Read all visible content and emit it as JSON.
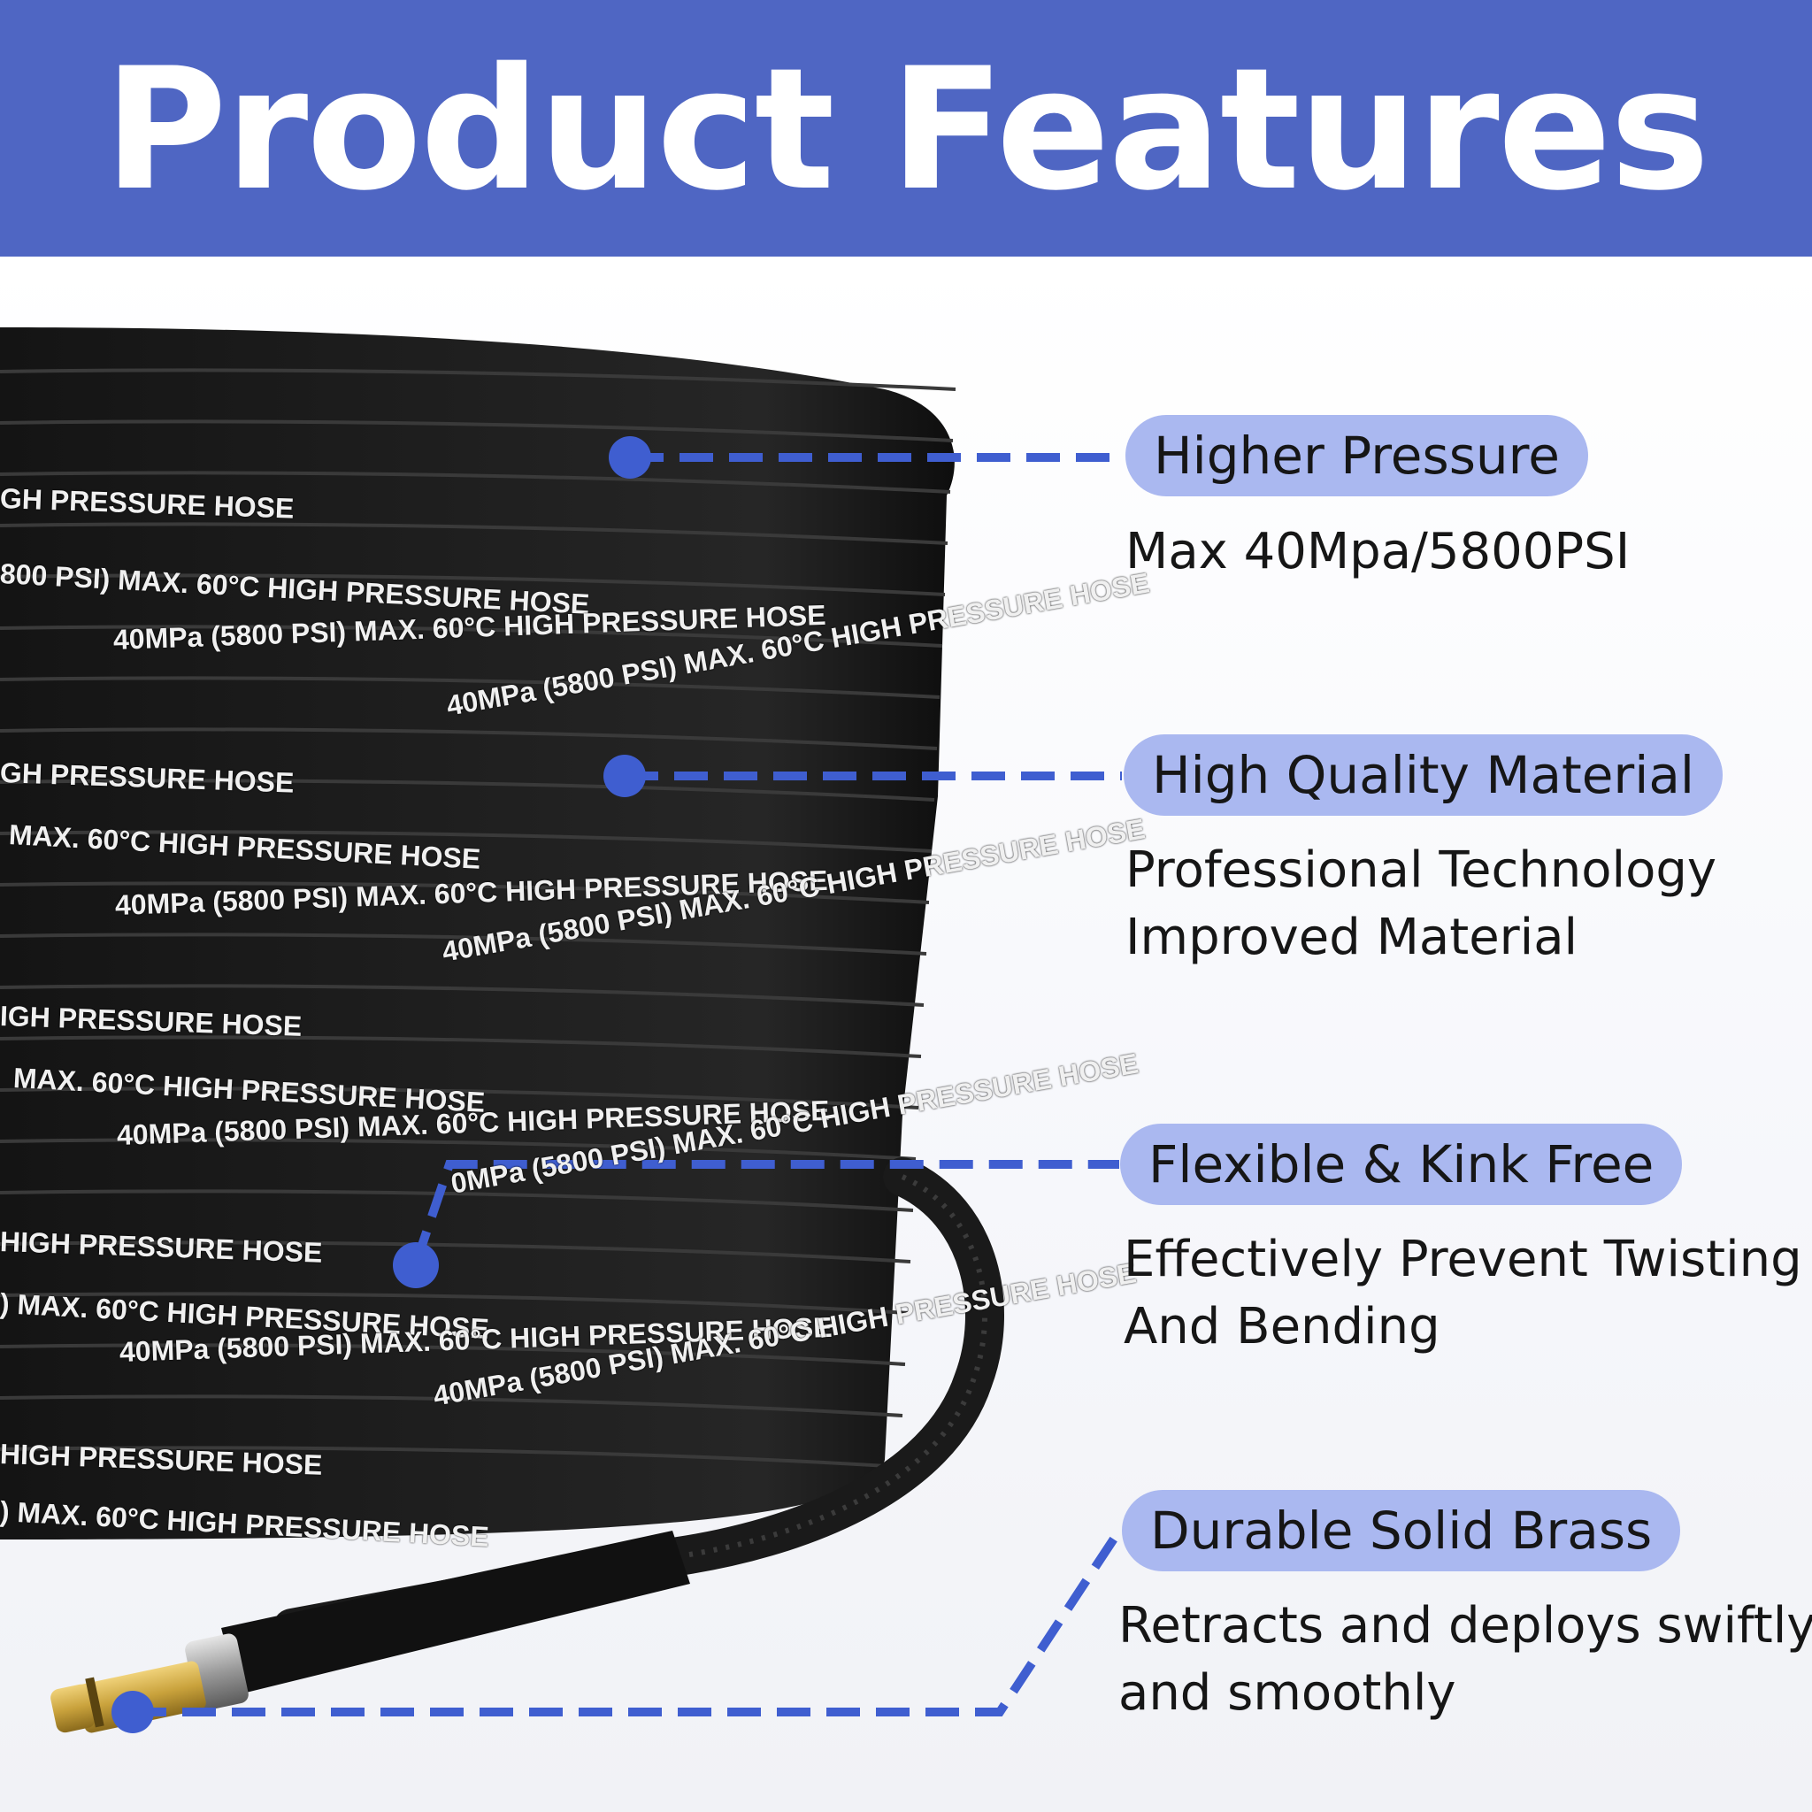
{
  "header": {
    "title": "Product Features"
  },
  "hose_print": [
    "GH PRESSURE HOSE",
    "800 PSI) MAX. 60°C HIGH PRESSURE HOSE",
    "40MPa (5800 PSI)  MAX. 60°C  HIGH PRESSURE HOSE",
    "40MPa (5800 PSI)  MAX. 60°C  HIGH PRESSURE HOSE",
    "GH PRESSURE HOSE",
    "MAX. 60°C  HIGH PRESSURE HOSE",
    "40MPa (5800 PSI)  MAX. 60°C  HIGH PRESSURE HOSE",
    "40MPa (5800 PSI)  MAX. 60°C  HIGH PRESSURE HOSE",
    "IGH PRESSURE HOSE",
    "MAX. 60°C  HIGH PRESSURE HOSE",
    "40MPa (5800 PSI)  MAX. 60°C  HIGH PRESSURE HOSE",
    "0MPa (5800 PSI)  MAX. 60°C  HIGH PRESSURE HOSE",
    "HIGH PRESSURE HOSE",
    ") MAX. 60°C  HIGH PRESSURE HOSE",
    "40MPa (5800 PSI)  MAX. 60°C  HIGH PRESSURE HOSE",
    "40MPa (5800 PSI)  MAX. 60°C  HIGH PRESSURE HOSE",
    "HIGH PRESSURE HOSE",
    ") MAX. 60°C  HIGH PRESSURE HOSE"
  ],
  "features": [
    {
      "title": "Higher Pressure",
      "lines": [
        "Max 40Mpa/5800PSI"
      ]
    },
    {
      "title": "High Quality Material",
      "lines": [
        "Professional Technology",
        "Improved Material"
      ]
    },
    {
      "title": "Flexible & Kink Free",
      "lines": [
        "Effectively Prevent Twisting",
        "And Bending"
      ]
    },
    {
      "title": "Durable Solid Brass",
      "lines": [
        "Retracts and deploys swiftly",
        "and smoothly"
      ]
    }
  ],
  "colors": {
    "header_bg": "#4f66c3",
    "pill_bg": "#aab8f0",
    "callout_blue": "#3f5ed0",
    "hose_black": "#1b1b1b",
    "brass": "#c9a23c"
  }
}
